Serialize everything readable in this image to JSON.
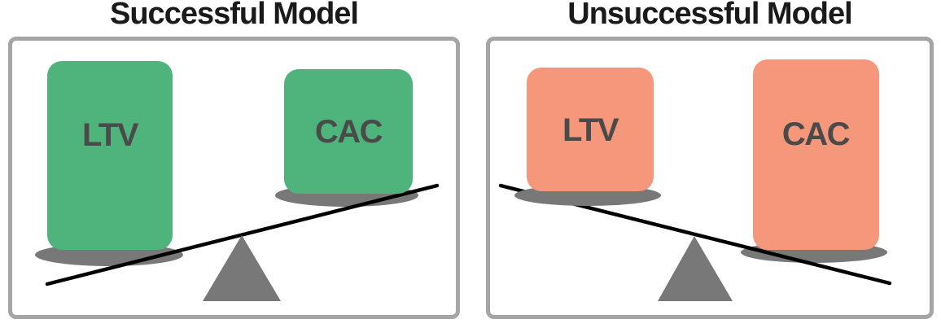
{
  "panels": [
    {
      "title": "Successful Model",
      "blocks": [
        {
          "label": "LTV",
          "side": "left",
          "size": "large"
        },
        {
          "label": "CAC",
          "side": "right",
          "size": "small"
        }
      ],
      "tilt": "ltv-side-down"
    },
    {
      "title": "Unsuccessful Model",
      "blocks": [
        {
          "label": "LTV",
          "side": "left",
          "size": "small"
        },
        {
          "label": "CAC",
          "side": "right",
          "size": "large"
        }
      ],
      "tilt": "cac-side-down"
    }
  ],
  "colors": {
    "success_block": "#4eb47c",
    "failure_block": "#f5977a",
    "shadow_gray": "#787878",
    "panel_border": "#a5a5a5",
    "title_text": "#1a1a1a",
    "block_label": "#4a4a4a",
    "beam_black": "#000000"
  }
}
